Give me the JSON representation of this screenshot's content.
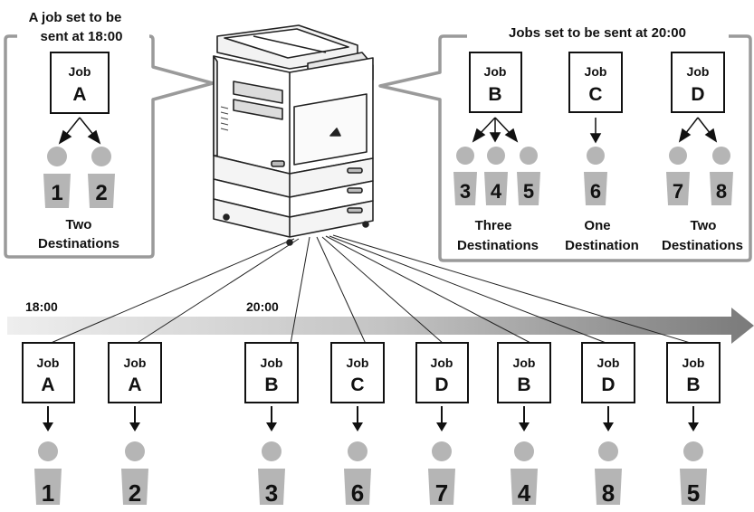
{
  "callout_left": {
    "title_lines": [
      "A job set to be",
      "sent at 18:00"
    ],
    "job": {
      "word": "Job",
      "letter": "A",
      "targets": [
        "1",
        "2"
      ]
    },
    "caption_lines": [
      "Two",
      "Destinations"
    ]
  },
  "callout_right": {
    "title": "Jobs set to be sent at 20:00",
    "jobs": [
      {
        "word": "Job",
        "letter": "B",
        "targets": [
          "3",
          "4",
          "5"
        ],
        "caption_lines": [
          "Three",
          "Destinations"
        ]
      },
      {
        "word": "Job",
        "letter": "C",
        "targets": [
          "6"
        ],
        "caption_lines": [
          "One",
          "Destination"
        ]
      },
      {
        "word": "Job",
        "letter": "D",
        "targets": [
          "7",
          "8"
        ],
        "caption_lines": [
          "Two",
          "Destinations"
        ]
      }
    ]
  },
  "timeline": {
    "time_labels": [
      "18:00",
      "20:00"
    ],
    "sequence": [
      {
        "word": "Job",
        "letter": "A",
        "dest": "1"
      },
      {
        "word": "Job",
        "letter": "A",
        "dest": "2"
      },
      {
        "word": "Job",
        "letter": "B",
        "dest": "3"
      },
      {
        "word": "Job",
        "letter": "C",
        "dest": "6"
      },
      {
        "word": "Job",
        "letter": "D",
        "dest": "7"
      },
      {
        "word": "Job",
        "letter": "B",
        "dest": "4"
      },
      {
        "word": "Job",
        "letter": "D",
        "dest": "8"
      },
      {
        "word": "Job",
        "letter": "B",
        "dest": "5"
      }
    ]
  },
  "colors": {
    "person": "#b5b5b5",
    "arrow": "#7a7a7a",
    "outline": "#111111"
  }
}
